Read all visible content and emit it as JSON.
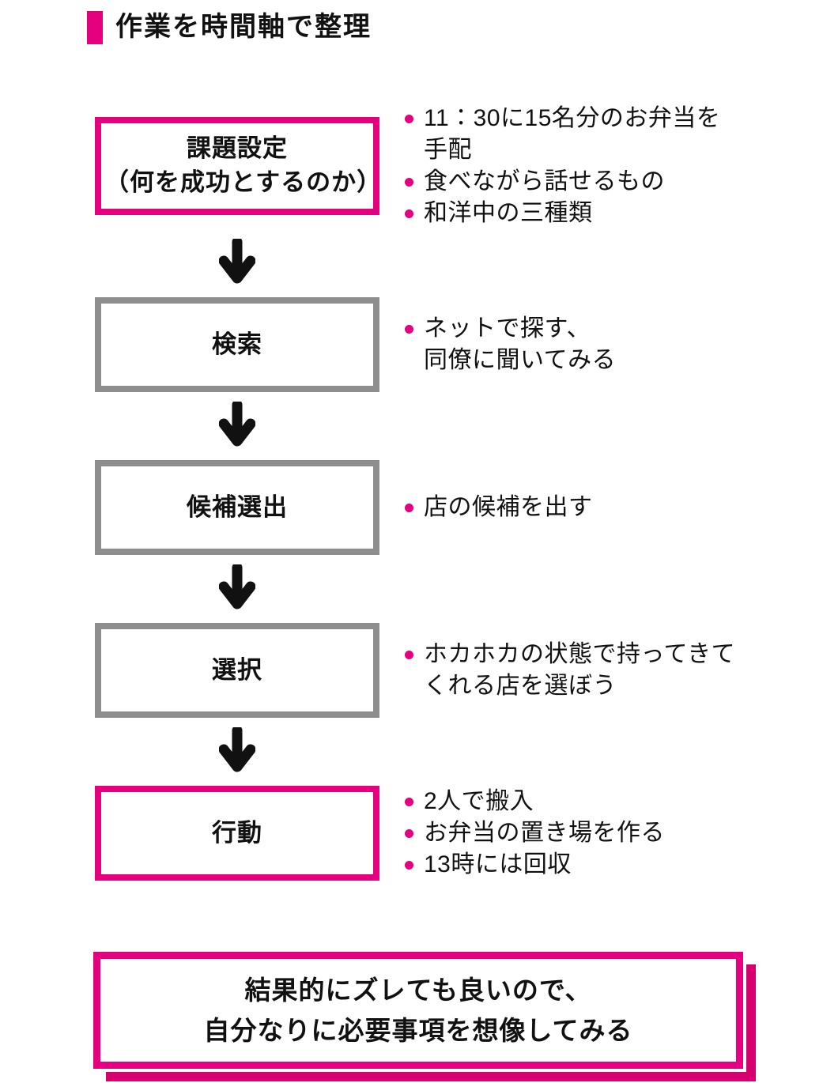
{
  "title": "作業を時間軸で整理",
  "colors": {
    "accent": "#e4007f",
    "accent_shadow": "#d6006f",
    "gray": "#8e8e8e",
    "arrow": "#111111"
  },
  "steps": [
    {
      "label": "課題設定\n（何を成功とするのか）",
      "variant": "pink",
      "bullets": [
        "11：30に15名分のお弁当を\n手配",
        "食べながら話せるもの",
        "和洋中の三種類"
      ]
    },
    {
      "label": "検索",
      "variant": "gray",
      "bullets": [
        "ネットで探す、\n同僚に聞いてみる"
      ]
    },
    {
      "label": "候補選出",
      "variant": "gray",
      "bullets": [
        "店の候補を出す"
      ]
    },
    {
      "label": "選択",
      "variant": "gray",
      "bullets": [
        "ホカホカの状態で持ってきて\nくれる店を選ぼう"
      ]
    },
    {
      "label": "行動",
      "variant": "pink",
      "bullets": [
        "2人で搬入",
        "お弁当の置き場を作る",
        "13時には回収"
      ]
    }
  ],
  "conclusion": {
    "text": "結果的にズレても良いので、\n自分なりに必要事項を想像してみる"
  }
}
